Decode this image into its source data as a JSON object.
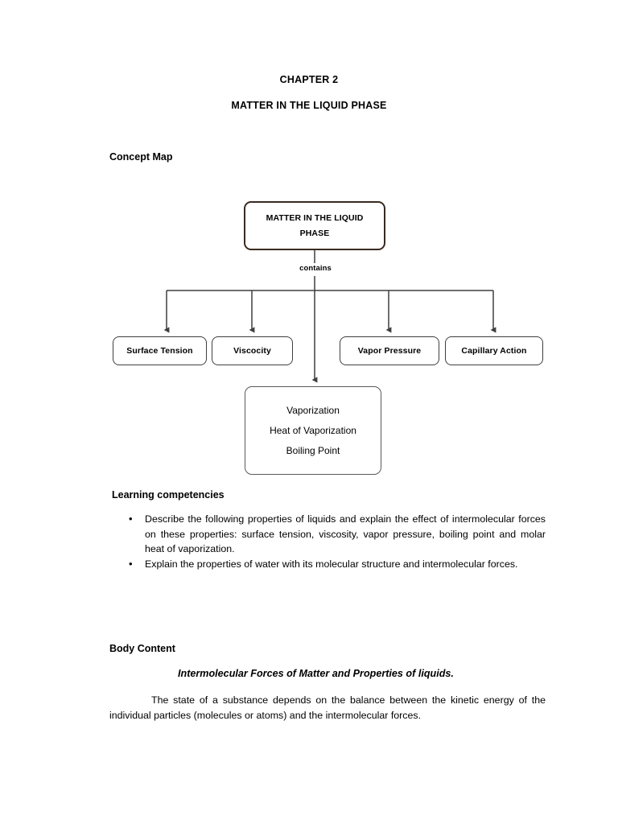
{
  "document": {
    "chapter": "CHAPTER 2",
    "subject": "MATTER IN THE LIQUID PHASE"
  },
  "sections": {
    "concept_map_heading": "Concept Map",
    "learning_competencies_heading": "Learning competencies",
    "body_content_heading": "Body Content"
  },
  "concept_map": {
    "root": {
      "line1": "MATTER IN THE LIQUID",
      "line2": "PHASE",
      "border_color": "#3a2a20"
    },
    "edge_label": "contains",
    "leaves": [
      {
        "label": "Surface Tension"
      },
      {
        "label": "Viscocity"
      },
      {
        "label": "Vapor Pressure"
      },
      {
        "label": "Capillary Action"
      }
    ],
    "center_node": {
      "line1": "Vaporization",
      "line2": "Heat of Vaporization",
      "line3": "Boiling Point"
    }
  },
  "learning_competencies": [
    "Describe the following properties of liquids and explain the effect of intermolecular forces on these properties: surface tension, viscosity, vapor pressure, boiling point and molar heat of vaporization.",
    "Explain the properties of water with its molecular structure and intermolecular forces."
  ],
  "body_content": {
    "italic_heading": "Intermolecular Forces of Matter and Properties of liquids.",
    "paragraph": "The state of a substance depends on the balance between the kinetic energy of the individual particles (molecules or atoms) and the intermolecular forces."
  }
}
